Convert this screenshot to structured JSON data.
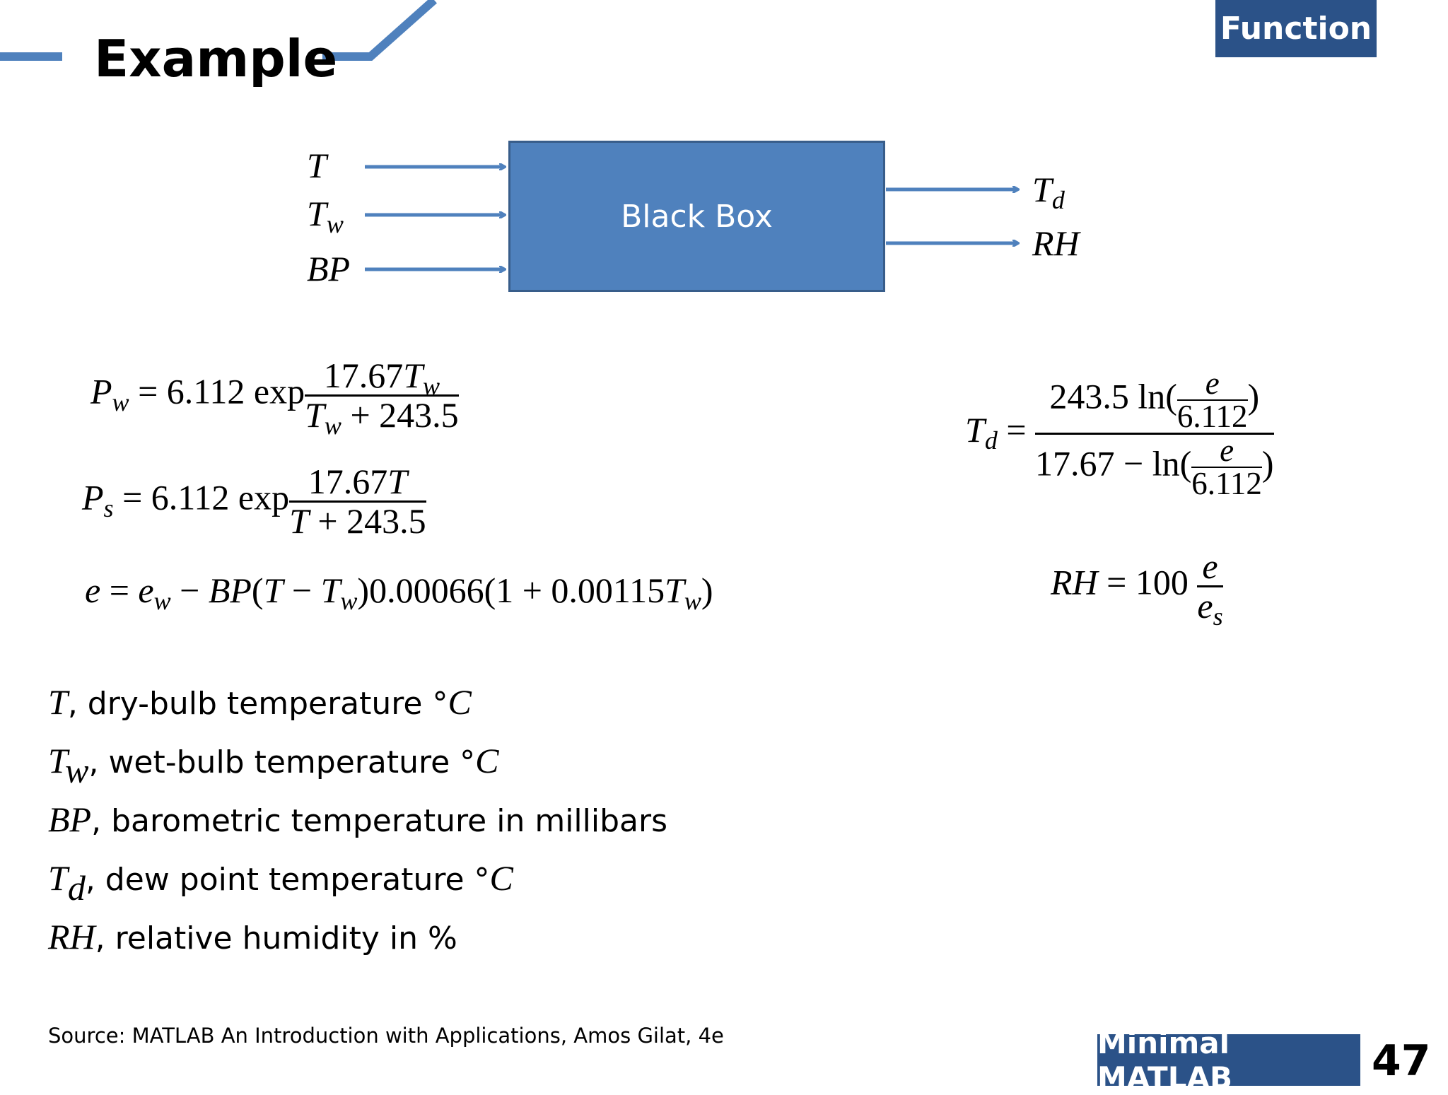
{
  "header": {
    "title": "Example",
    "section": "Function",
    "accent_color": "#4f81bd",
    "badge_color": "#2b5288"
  },
  "diagram": {
    "box_label": "Black Box",
    "box_color": "#4f81bd",
    "inputs": [
      {
        "symbol": "T",
        "subscript": ""
      },
      {
        "symbol": "T",
        "subscript": "w"
      },
      {
        "symbol": "BP",
        "subscript": ""
      }
    ],
    "outputs": [
      {
        "symbol": "T",
        "subscript": "d"
      },
      {
        "symbol": "RH",
        "subscript": ""
      }
    ]
  },
  "equations": {
    "pw": {
      "lhs": "P",
      "lhs_sub": "w",
      "coef": "= 6.112 exp",
      "num": "17.67",
      "num_var": "T",
      "num_sub": "w",
      "den_var": "T",
      "den_sub": "w",
      "den_rest": " + 243.5"
    },
    "ps": {
      "lhs": "P",
      "lhs_sub": "s",
      "coef": "= 6.112 exp",
      "num": "17.67",
      "num_var": "T",
      "den_var": "T",
      "den_rest": " + 243.5"
    },
    "e": {
      "lhs": "e",
      "eq": " = ",
      "ew": "e",
      "ew_sub": "w",
      "minus_bp": " − ",
      "bp": "BP",
      "open": "(",
      "t": "T",
      "minus": " − ",
      "tw": "T",
      "tw_sub": "w",
      "rest": ")0.00066(1 + 0.00115",
      "tw2": "T",
      "tw2_sub": "w",
      "close": ")"
    },
    "td": {
      "lhs": "T",
      "lhs_sub": "d",
      "eq": " =",
      "num_pre": "243.5 ln(",
      "e": "e",
      "c": "6.112",
      "paren": ")",
      "den_pre": "17.67 − ln("
    },
    "rh": {
      "lhs": "RH",
      "eq": " = 100",
      "num": "e",
      "den": "e",
      "den_sub": "s"
    }
  },
  "definitions": [
    {
      "symbol": "T",
      "subscript": "",
      "text": ", dry-bulb temperature °",
      "unit": "C"
    },
    {
      "symbol": "T",
      "subscript": "w",
      "text": ", wet-bulb temperature °",
      "unit": "C"
    },
    {
      "symbol": "BP",
      "subscript": "",
      "text": ", barometric temperature in millibars",
      "unit": ""
    },
    {
      "symbol": "T",
      "subscript": "d",
      "text": ", dew point temperature °",
      "unit": "C"
    },
    {
      "symbol": "RH",
      "subscript": "",
      "text": ", relative humidity in %",
      "unit": ""
    }
  ],
  "footer": {
    "source": "Source: MATLAB An Introduction with Applications, Amos Gilat, 4e",
    "course": "Minimal MATLAB",
    "page_number": "47"
  }
}
